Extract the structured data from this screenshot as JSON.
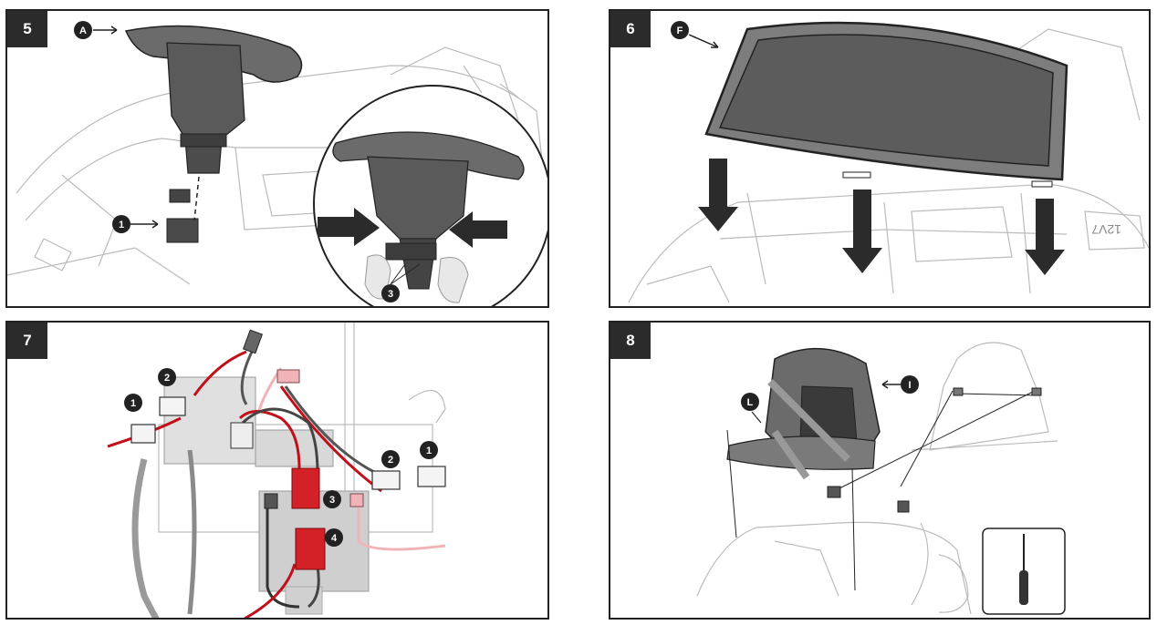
{
  "steps": [
    {
      "number": "5",
      "callouts": [
        "A",
        "1",
        "3"
      ]
    },
    {
      "number": "6",
      "callouts": [
        "F"
      ],
      "panel_text": "12V7"
    },
    {
      "number": "7",
      "callouts": [
        "2",
        "1",
        "2",
        "1",
        "3",
        "4"
      ]
    },
    {
      "number": "8",
      "callouts": [
        "I",
        "L"
      ],
      "tool": "screwdriver-icon"
    }
  ],
  "colors": {
    "ink": "#222222",
    "wire_red": "#c0101a",
    "connector_red": "#d42027",
    "part_gray": "#5a5a5a"
  }
}
